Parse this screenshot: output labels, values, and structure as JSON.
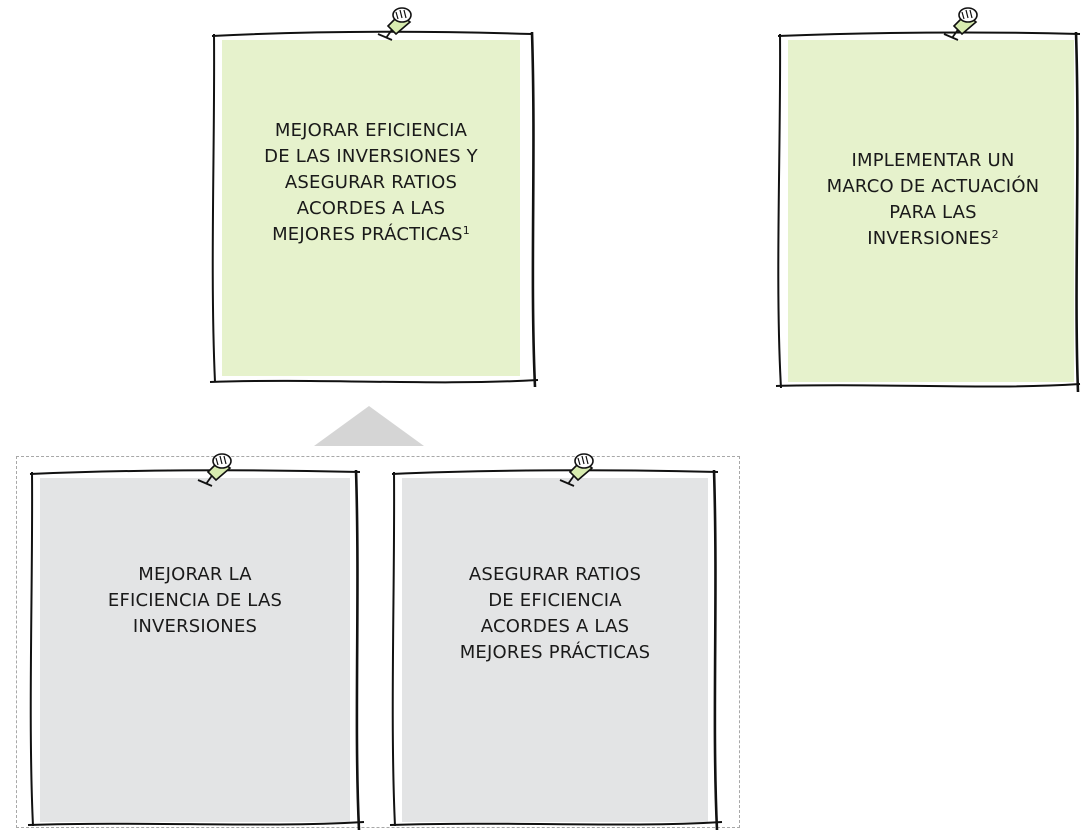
{
  "colors": {
    "green_note": "#e6f2cc",
    "grey_note": "#e3e4e5",
    "ink": "#111111",
    "pin_fill": "#d8ecb0",
    "arrow": "#d5d5d5",
    "dashed_border": "#a8a8a8"
  },
  "notes": {
    "goal_efficiency": {
      "text": "MEJORAR EFICIENCIA\nDE LAS INVERSIONES Y\nASEGURAR RATIOS\nACORDES A LAS\nMEJORES PRÁCTICAS",
      "footnote": "1"
    },
    "goal_framework": {
      "text": "IMPLEMENTAR UN\nMARCO DE ACTUACIÓN\nPARA LAS\nINVERSIONES",
      "footnote": "2"
    },
    "sub_efficiency": {
      "text": "MEJORAR LA\nEFICIENCIA DE LAS\nINVERSIONES"
    },
    "sub_ratios": {
      "text": "ASEGURAR RATIOS\nDE EFICIENCIA\nACORDES A LAS\nMEJORES PRÁCTICAS"
    }
  },
  "icons": {
    "pin": "push-pin-icon",
    "arrow": "triangle-up-arrow"
  }
}
